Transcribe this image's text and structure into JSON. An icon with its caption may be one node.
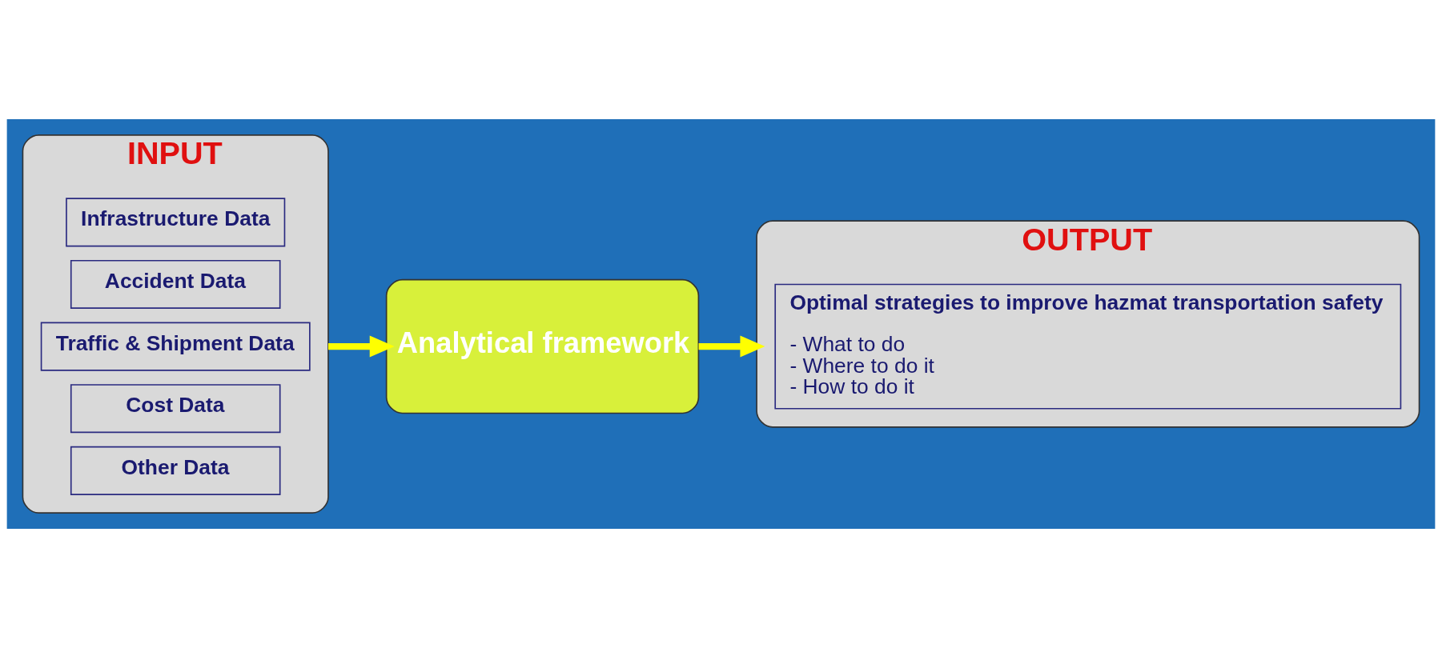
{
  "diagram": {
    "nodes": [
      {
        "text": [
          "INPUT"
        ]
      },
      {
        "text": [
          "Infrastructure Data"
        ],
        "in": 0
      },
      {
        "text": [
          "Accident Data"
        ],
        "in": 0
      },
      {
        "text": [
          "Traffic & Shipment Data"
        ],
        "in": 0
      },
      {
        "text": [
          "Cost Data"
        ],
        "in": 0
      },
      {
        "text": [
          "Other Data"
        ],
        "in": 0
      },
      {
        "text": [
          "Analytical framework"
        ]
      },
      {
        "text": [
          "OUTPUT"
        ]
      },
      {
        "text": [
          "Optimal strategies to improve hazmat transportation safety",
          "- What to do",
          "- Where to do it",
          "- How to do it"
        ],
        "in": 7
      }
    ],
    "edges": [
      {
        "from": 0,
        "to": 6,
        "arrow": "to"
      },
      {
        "from": 6,
        "to": 7,
        "arrow": "to"
      }
    ]
  }
}
